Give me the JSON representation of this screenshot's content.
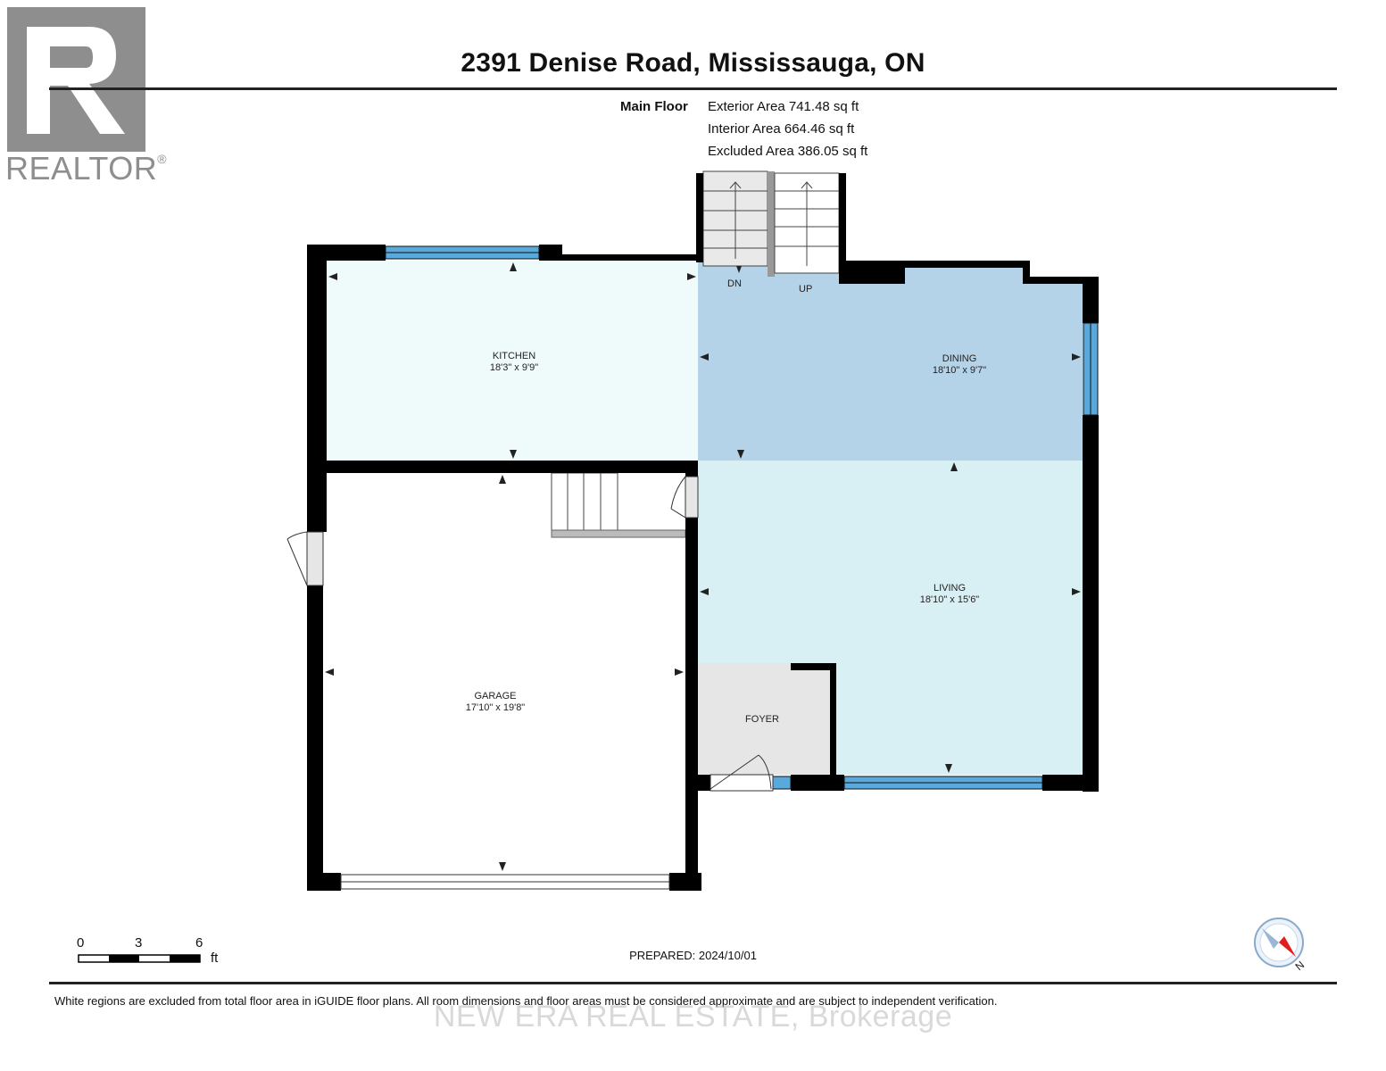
{
  "header": {
    "title": "2391 Denise Road, Mississauga, ON"
  },
  "logo": {
    "text": "REALTOR",
    "mark": "®"
  },
  "areas": {
    "floor_name": "Main Floor",
    "exterior": "Exterior Area 741.48 sq ft",
    "interior": "Interior Area 664.46 sq ft",
    "excluded": "Excluded Area 386.05 sq ft"
  },
  "rooms": {
    "kitchen": {
      "name": "KITCHEN",
      "dims": "18'3\" x 9'9\""
    },
    "dining": {
      "name": "DINING",
      "dims": "18'10\" x 9'7\""
    },
    "living": {
      "name": "LIVING",
      "dims": "18'10\" x 15'6\""
    },
    "garage": {
      "name": "GARAGE",
      "dims": "17'10\" x 19'8\""
    },
    "foyer": {
      "name": "FOYER"
    }
  },
  "stairs": {
    "down": "DN",
    "up": "UP"
  },
  "scale": {
    "ticks": [
      "0",
      "3",
      "6"
    ],
    "unit": "ft"
  },
  "compass": {
    "label": "N",
    "icon": "compass-icon"
  },
  "footer": {
    "prepared": "PREPARED: 2024/10/01",
    "disclaimer": "White regions are excluded from total floor area in iGUIDE floor plans. All room dimensions and floor areas must be considered approximate and are subject to independent verification.",
    "watermark": "NEW ERA REAL ESTATE, Brokerage"
  },
  "colors": {
    "kitchen_fill": "#effbfb",
    "dining_fill": "#b5d3e8",
    "living_fill": "#d8f0f3",
    "foyer_fill": "#e6e6e6",
    "wall": "#000000",
    "window": "#5aa9dc",
    "logo_gray": "#8e8e8e"
  }
}
